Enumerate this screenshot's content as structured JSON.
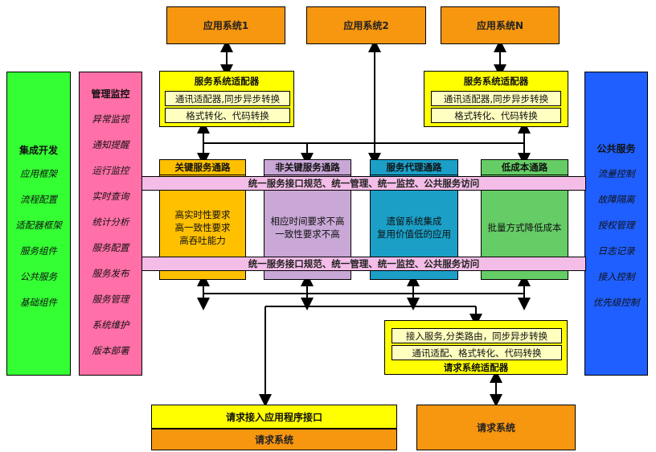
{
  "apps": [
    "应用系统1",
    "应用系统2",
    "应用系统N"
  ],
  "left_column": {
    "title": "集成开发",
    "items": [
      "应用框架",
      "流程配置",
      "适配器框架",
      "服务组件",
      "公共服务",
      "基础组件"
    ]
  },
  "mgmt_column": {
    "title": "管理监控",
    "items": [
      "异常监视",
      "通知提醒",
      "运行监控",
      "实时查询",
      "统计分析",
      "服务配置",
      "服务发布",
      "服务管理",
      "系统维护",
      "版本部署"
    ]
  },
  "right_column": {
    "title": "公共服务",
    "items": [
      "流量控制",
      "故障隔离",
      "授权管理",
      "日志记录",
      "接入控制",
      "优先级控制"
    ]
  },
  "service_adapters": [
    {
      "title": "服务系统适配器",
      "line1": "通讯适配器,同步异步转换",
      "line2": "格式转化、代码转换"
    },
    {
      "title": "服务系统适配器",
      "line1": "通讯适配器,同步异步转换",
      "line2": "格式转化、代码转换"
    }
  ],
  "channels": [
    {
      "title": "关键服务通路",
      "body": [
        "高实时性要求",
        "高一致性要求",
        "高吞吐能力"
      ],
      "color": "#ffc000"
    },
    {
      "title": "非关键服务通路",
      "body": [
        "相应时间要求不高",
        "一致性要求不高"
      ],
      "color": "#c9a7d6"
    },
    {
      "title": "服务代理通路",
      "body": [
        "遗留系统集成",
        "复用价值低的应用"
      ],
      "color": "#1b9fc7"
    },
    {
      "title": "低成本通路",
      "body": [
        "批量方式降低成本"
      ],
      "color": "#66cc66"
    }
  ],
  "bands": [
    "统一服务接口规范、统一管理、统一监控、公共服务访问",
    "统一服务接口规范、统一管理、统一监控、公共服务访问"
  ],
  "request_adapter": {
    "title": "请求系统适配器",
    "line1": "接入服务,分类路由，同步异步转换",
    "line2": "通讯适配、格式转化、代码转换"
  },
  "bottom_left": {
    "top": "请求接入应用程序接口",
    "bottom": "请求系统"
  },
  "bottom_right": "请求系统",
  "colors": {
    "orange": "#f7960f",
    "yellow": "#ffff00",
    "cyan": "#a6ffff",
    "green": "#33ff33",
    "pink": "#ff6fa8",
    "blue": "#1f5fff",
    "band": "#f4bde8"
  }
}
